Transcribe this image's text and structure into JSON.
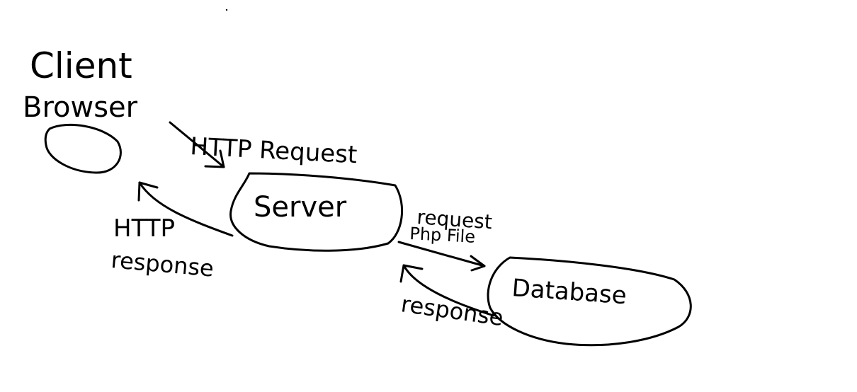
{
  "diagram": {
    "labels": {
      "client": "Client",
      "browser": "Browser",
      "http_request": "HTTP Request",
      "server": "Server",
      "http_response_line1": "HTTP",
      "http_response_line2": "response",
      "request": "request",
      "php_file": "Php File",
      "database": "Database",
      "response": "response"
    },
    "nodes": [
      "Browser",
      "Server",
      "Database"
    ],
    "edges": [
      {
        "from": "Browser",
        "to": "Server",
        "label": "HTTP Request"
      },
      {
        "from": "Server",
        "to": "Browser",
        "label": "HTTP response"
      },
      {
        "from": "Server",
        "to": "Database",
        "label": "request Php File"
      },
      {
        "from": "Database",
        "to": "Server",
        "label": "response"
      }
    ],
    "ink_color": "#000000",
    "background_color": "#ffffff"
  }
}
